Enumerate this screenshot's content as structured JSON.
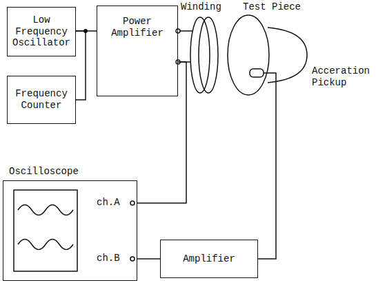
{
  "diagram": {
    "nodes": [
      {
        "text": [
          "Low Frequency Oscillator"
        ]
      },
      {
        "text": [
          "Frequency Counter"
        ]
      },
      {
        "text": [
          "Power Amplifier"
        ]
      },
      {
        "text": [
          "Oscilloscope"
        ]
      },
      {
        "text": [
          "Amplifier"
        ]
      }
    ],
    "edges": [
      {
        "from": 0,
        "to": 2,
        "arrow": "none"
      },
      {
        "from": 0,
        "to": 1,
        "arrow": "none"
      },
      {
        "from": 2,
        "to": 3,
        "arrow": "none"
      },
      {
        "from": 4,
        "to": 3,
        "arrow": "none"
      }
    ],
    "labels": [
      "Winding",
      "Test Piece",
      "Acceration Pickup",
      "ch.A",
      "ch.B"
    ]
  }
}
